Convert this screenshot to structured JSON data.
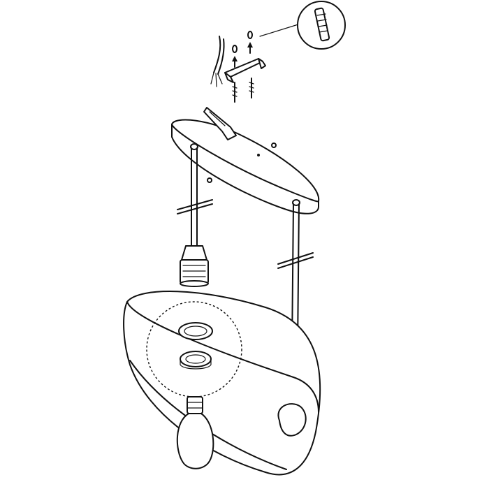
{
  "diagram": {
    "kind": "exploded-assembly-illustration",
    "parts": [
      "supply-cable",
      "wall-plugs",
      "mounting-bracket",
      "screws",
      "ceiling-canopy",
      "suspension-rods",
      "lamp-holder",
      "oval-shade",
      "light-bulbs",
      "detail-callout"
    ],
    "colors": {
      "line": "#111111",
      "background": "#ffffff"
    }
  }
}
